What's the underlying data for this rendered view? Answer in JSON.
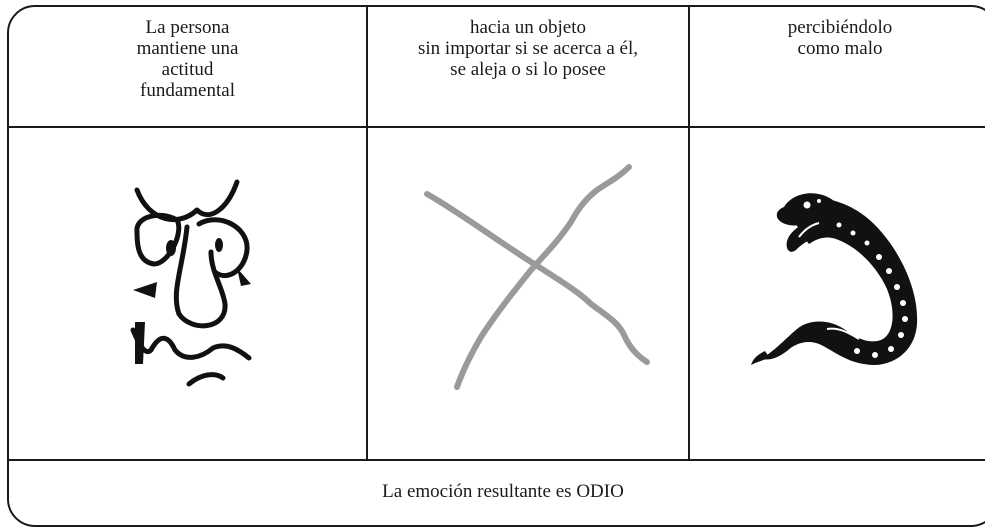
{
  "columns": [
    {
      "header": "La persona\nmantiene una\nactitud\nfundamental",
      "image_icon": "grumpy-face-icon"
    },
    {
      "header": "hacia un objeto\nsin importar si se acerca a él,\nse aleja o si lo posee",
      "image_icon": "cross-x-icon"
    },
    {
      "header": "percibiéndolo\ncomo malo",
      "image_icon": "serpent-head-icon"
    }
  ],
  "footer": "La emoción resultante es ODIO",
  "colors": {
    "line": "#1a1a1a",
    "cross": "#9a9a9a"
  }
}
